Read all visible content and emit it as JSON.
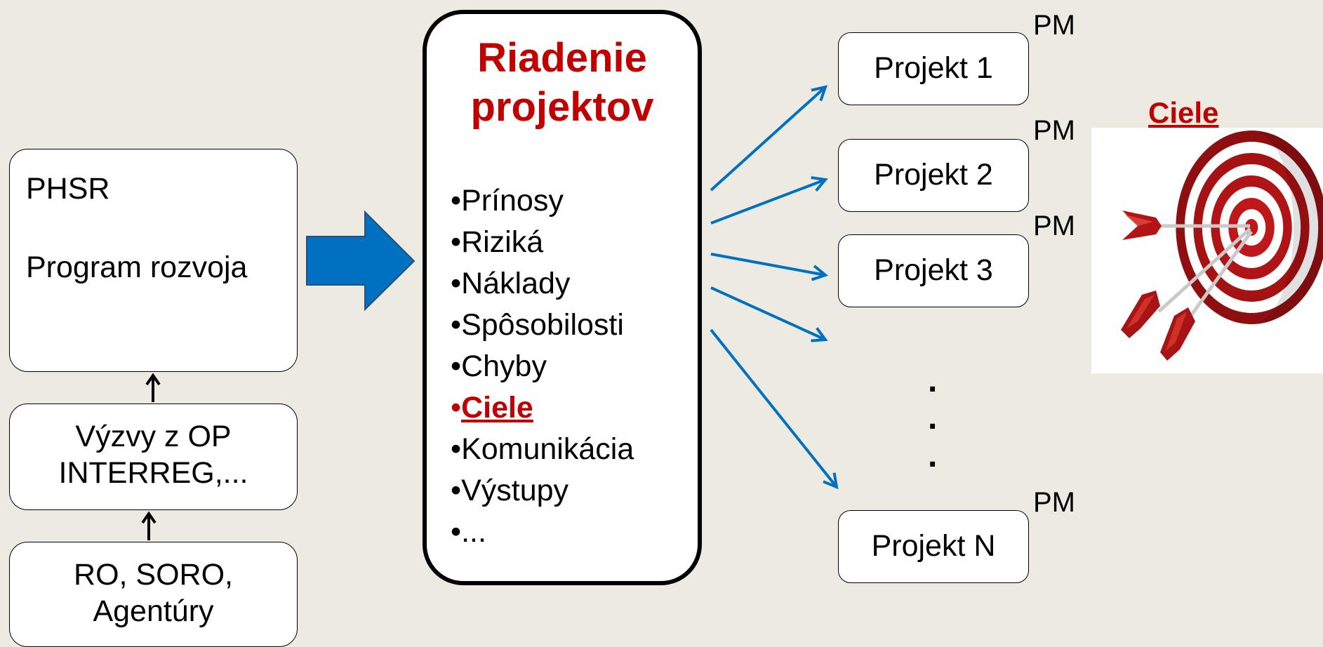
{
  "phsr": {
    "code": "PHSR",
    "name": "Program rozvoja"
  },
  "vyzvy": {
    "line1": "Výzvy z OP",
    "line2": "INTERREG,..."
  },
  "ro": {
    "line1": "RO, SORO,",
    "line2": "Agentúry"
  },
  "riadenie": {
    "title_line1": "Riadenie",
    "title_line2": "projektov",
    "bullet_marker": "•",
    "items": [
      {
        "label": "Prínosy",
        "highlight": false
      },
      {
        "label": "Riziká",
        "highlight": false
      },
      {
        "label": "Náklady",
        "highlight": false
      },
      {
        "label": "Spôsobilosti",
        "highlight": false
      },
      {
        "label": "Chyby",
        "highlight": false
      },
      {
        "label": "Ciele",
        "highlight": true
      },
      {
        "label": "Komunikácia",
        "highlight": false
      },
      {
        "label": "Výstupy",
        "highlight": false
      },
      {
        "label": "...",
        "highlight": false
      }
    ]
  },
  "projects": [
    {
      "label": "Projekt 1",
      "pm": "PM"
    },
    {
      "label": "Projekt 2",
      "pm": "PM"
    },
    {
      "label": "Projekt 3",
      "pm": "PM"
    },
    {
      "label": "Projekt N",
      "pm": "PM"
    }
  ],
  "ellipsis_dots": [
    ".",
    ".",
    "."
  ],
  "ciele": {
    "title": "Ciele",
    "icon": "target-with-arrows-icon"
  },
  "colors": {
    "accent_red": "#c00000",
    "arrow_blue": "#0070c0",
    "background": "#edebe1"
  }
}
